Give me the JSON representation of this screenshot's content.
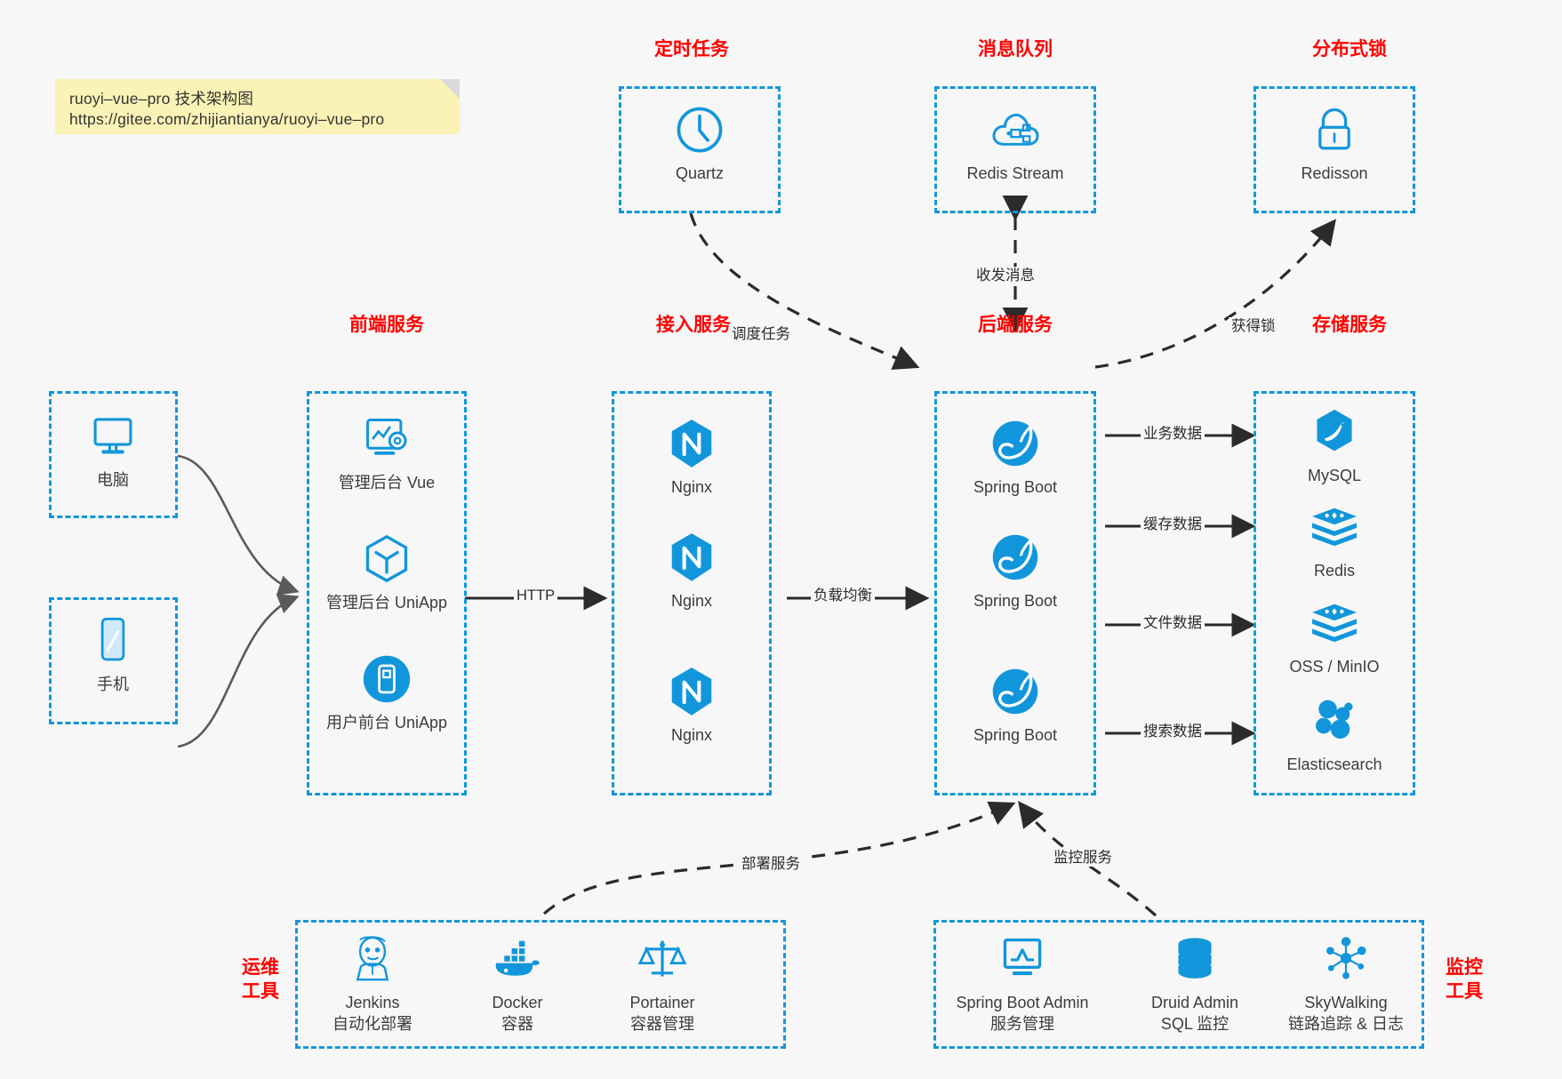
{
  "note": {
    "line1": "ruoyi–vue–pro 技术架构图",
    "line2": "https://gitee.com/zhijiantianya/ruoyi–vue–pro"
  },
  "colors": {
    "accent": "#1296db",
    "title_red": "#ff0000",
    "text": "#3c3c3c",
    "background": "#f7f7f7",
    "note_bg": "#fbf3b6",
    "edge": "#2b2b2b"
  },
  "groups": {
    "scheduled_task": {
      "title": "定时任务"
    },
    "message_queue": {
      "title": "消息队列"
    },
    "distributed_lock": {
      "title": "分布式锁"
    },
    "frontend_service": {
      "title": "前端服务"
    },
    "gateway_service": {
      "title": "接入服务"
    },
    "backend_service": {
      "title": "后端服务"
    },
    "storage_service": {
      "title": "存储服务"
    },
    "devops_tools": {
      "title_line1": "运维",
      "title_line2": "工具"
    },
    "monitor_tools": {
      "title_line1": "监控",
      "title_line2": "工具"
    }
  },
  "nodes": {
    "quartz": {
      "label": "Quartz",
      "icon": "clock-icon"
    },
    "redis_stream": {
      "label": "Redis Stream",
      "icon": "cloud-node-icon"
    },
    "redisson": {
      "label": "Redisson",
      "icon": "lock-icon"
    },
    "computer": {
      "label": "电脑",
      "icon": "desktop-monitor-icon"
    },
    "phone": {
      "label": "手机",
      "icon": "smartphone-icon"
    },
    "admin_vue": {
      "label": "管理后台 Vue",
      "icon": "dashboard-gear-icon"
    },
    "admin_uniapp": {
      "label": "管理后台 UniApp",
      "icon": "uniapp-cube-icon"
    },
    "user_uniapp": {
      "label": "用户前台 UniApp",
      "icon": "mobile-app-icon"
    },
    "nginx1": {
      "label": "Nginx",
      "icon": "nginx-icon"
    },
    "nginx2": {
      "label": "Nginx",
      "icon": "nginx-icon"
    },
    "nginx3": {
      "label": "Nginx",
      "icon": "nginx-icon"
    },
    "spring_boot1": {
      "label": "Spring Boot",
      "icon": "spring-leaf-icon"
    },
    "spring_boot2": {
      "label": "Spring Boot",
      "icon": "spring-leaf-icon"
    },
    "spring_boot3": {
      "label": "Spring Boot",
      "icon": "spring-leaf-icon"
    },
    "mysql": {
      "label": "MySQL",
      "icon": "mysql-dolphin-icon"
    },
    "redis": {
      "label": "Redis",
      "icon": "redis-stack-icon"
    },
    "oss_minio": {
      "label": "OSS / MinIO",
      "icon": "storage-stack-icon"
    },
    "elasticsearch": {
      "label": "Elasticsearch",
      "icon": "elasticsearch-icon"
    },
    "jenkins": {
      "label": "Jenkins",
      "sub": "自动化部署",
      "icon": "jenkins-butler-icon"
    },
    "docker": {
      "label": "Docker",
      "sub": "容器",
      "icon": "docker-whale-icon"
    },
    "portainer": {
      "label": "Portainer",
      "sub": "容器管理",
      "icon": "portainer-scale-icon"
    },
    "spring_boot_admin": {
      "label": "Spring Boot Admin",
      "sub": "服务管理",
      "icon": "monitor-chart-icon"
    },
    "druid_admin": {
      "label": "Druid Admin",
      "sub": "SQL 监控",
      "icon": "database-cylinder-icon"
    },
    "skywalking": {
      "label": "SkyWalking",
      "sub": "链路追踪 & 日志",
      "icon": "skywalking-node-icon"
    }
  },
  "edges": {
    "schedule_task": "调度任务",
    "send_receive_message": "收发消息",
    "acquire_lock": "获得锁",
    "http": "HTTP",
    "load_balance": "负载均衡",
    "business_data": "业务数据",
    "cache_data": "缓存数据",
    "file_data": "文件数据",
    "search_data": "搜索数据",
    "deploy_service": "部署服务",
    "monitor_service": "监控服务"
  }
}
